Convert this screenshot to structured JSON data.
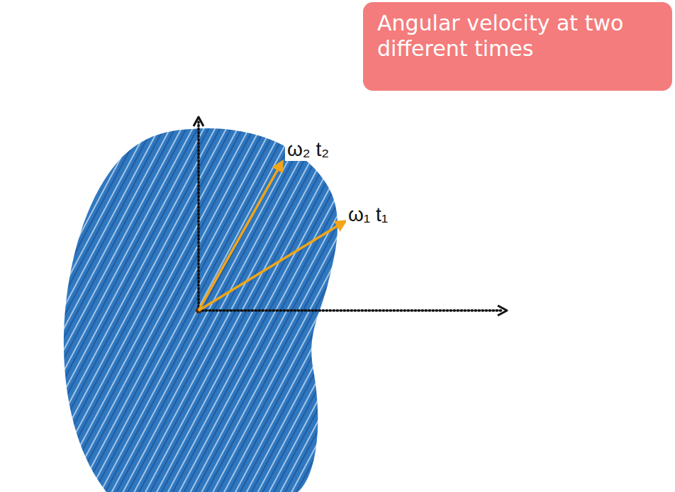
{
  "diagram": {
    "nodes": [
      {
        "text": [
          "Angular velocity at two different times"
        ]
      }
    ],
    "labels": [
      "ω₂ t₂",
      "ω₁ t₁"
    ]
  }
}
